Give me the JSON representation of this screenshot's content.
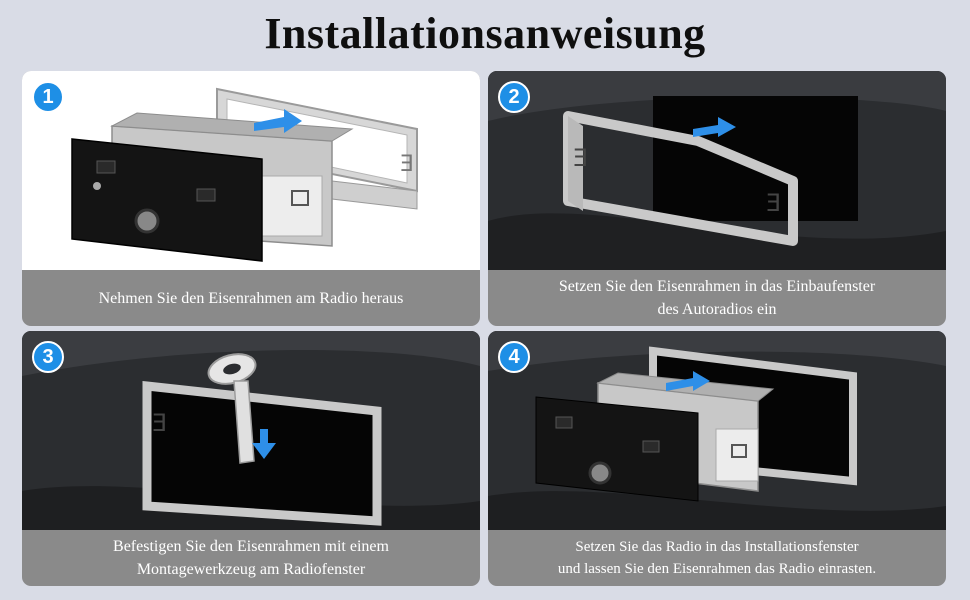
{
  "title": "Installationsanweisung",
  "steps": [
    {
      "number": "1",
      "caption_lines": [
        "Nehmen Sie den Eisenrahmen am Radio heraus"
      ]
    },
    {
      "number": "2",
      "caption_lines": [
        "Setzen Sie den Eisenrahmen in das Einbaufenster",
        "des Autoradios ein"
      ]
    },
    {
      "number": "3",
      "caption_lines": [
        "Befestigen Sie den Eisenrahmen mit einem",
        "Montagewerkzeug am Radiofenster"
      ]
    },
    {
      "number": "4",
      "caption_lines": [
        "Setzen Sie das Radio in das Installationsfenster",
        "und lassen Sie den Eisenrahmen das Radio einrasten."
      ]
    }
  ],
  "colors": {
    "badge": "#1e8fe6",
    "arrow": "#2e8fe8",
    "caption_bg": "#8a8a8a",
    "page_bg": "#d9dce6"
  }
}
